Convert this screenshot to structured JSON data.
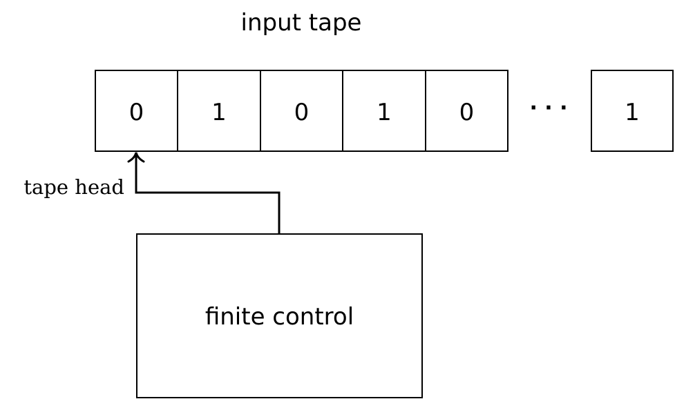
{
  "tape": {
    "title": "input tape",
    "cells": [
      "0",
      "1",
      "0",
      "1",
      "0"
    ],
    "ellipsis": "· · ·",
    "last_cell": "1"
  },
  "head": {
    "label": "tape head"
  },
  "control": {
    "label": "finite control"
  },
  "colors": {
    "stroke": "#000000",
    "background": "#ffffff",
    "text": "#000000"
  }
}
